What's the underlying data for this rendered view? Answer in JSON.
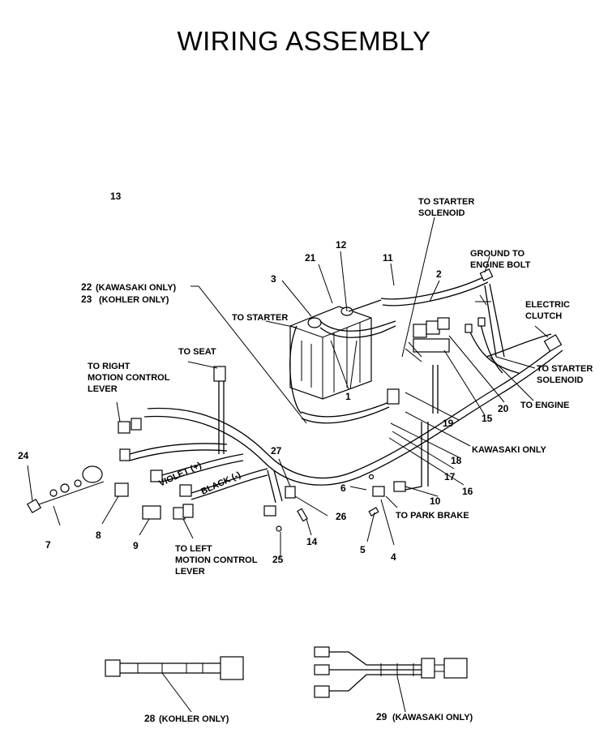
{
  "title": "WIRING ASSEMBLY",
  "labels": {
    "to_starter_solenoid_top": [
      "TO STARTER",
      "SOLENOID"
    ],
    "ground_to_engine_bolt": [
      "GROUND TO",
      "ENGINE BOLT"
    ],
    "electric_clutch": [
      "ELECTRIC",
      "CLUTCH"
    ],
    "to_starter_solenoid_right": [
      "TO STARTER",
      "SOLENOID"
    ],
    "to_engine": "TO ENGINE",
    "to_starter": "TO STARTER",
    "to_seat": "TO SEAT",
    "to_right_motion_control_lever": [
      "TO RIGHT",
      "MOTION CONTROL",
      "LEVER"
    ],
    "to_left_motion_control_lever": [
      "TO LEFT",
      "MOTION CONTROL",
      "LEVER"
    ],
    "violet": "VIOLET (+)",
    "black": "BLACK (-)",
    "kawasaki_only": "KAWASAKI ONLY",
    "to_park_brake": "TO PARK BRAKE",
    "p22_note": "(KAWASAKI ONLY)",
    "p23_note": "(KOHLER ONLY)",
    "p28_note": "(KOHLER ONLY)",
    "p29_note": "(KAWASAKI ONLY)"
  },
  "part_numbers": {
    "p1": "1",
    "p2": "2",
    "p3": "3",
    "p4": "4",
    "p5": "5",
    "p6": "6",
    "p7": "7",
    "p8": "8",
    "p9": "9",
    "p10": "10",
    "p11": "11",
    "p12": "12",
    "p13": "13",
    "p14": "14",
    "p15": "15",
    "p16": "16",
    "p17": "17",
    "p18": "18",
    "p19": "19",
    "p20": "20",
    "p21": "21",
    "p22": "22",
    "p23": "23",
    "p24": "24",
    "p25": "25",
    "p26": "26",
    "p27": "27",
    "p28": "28",
    "p29": "29"
  }
}
